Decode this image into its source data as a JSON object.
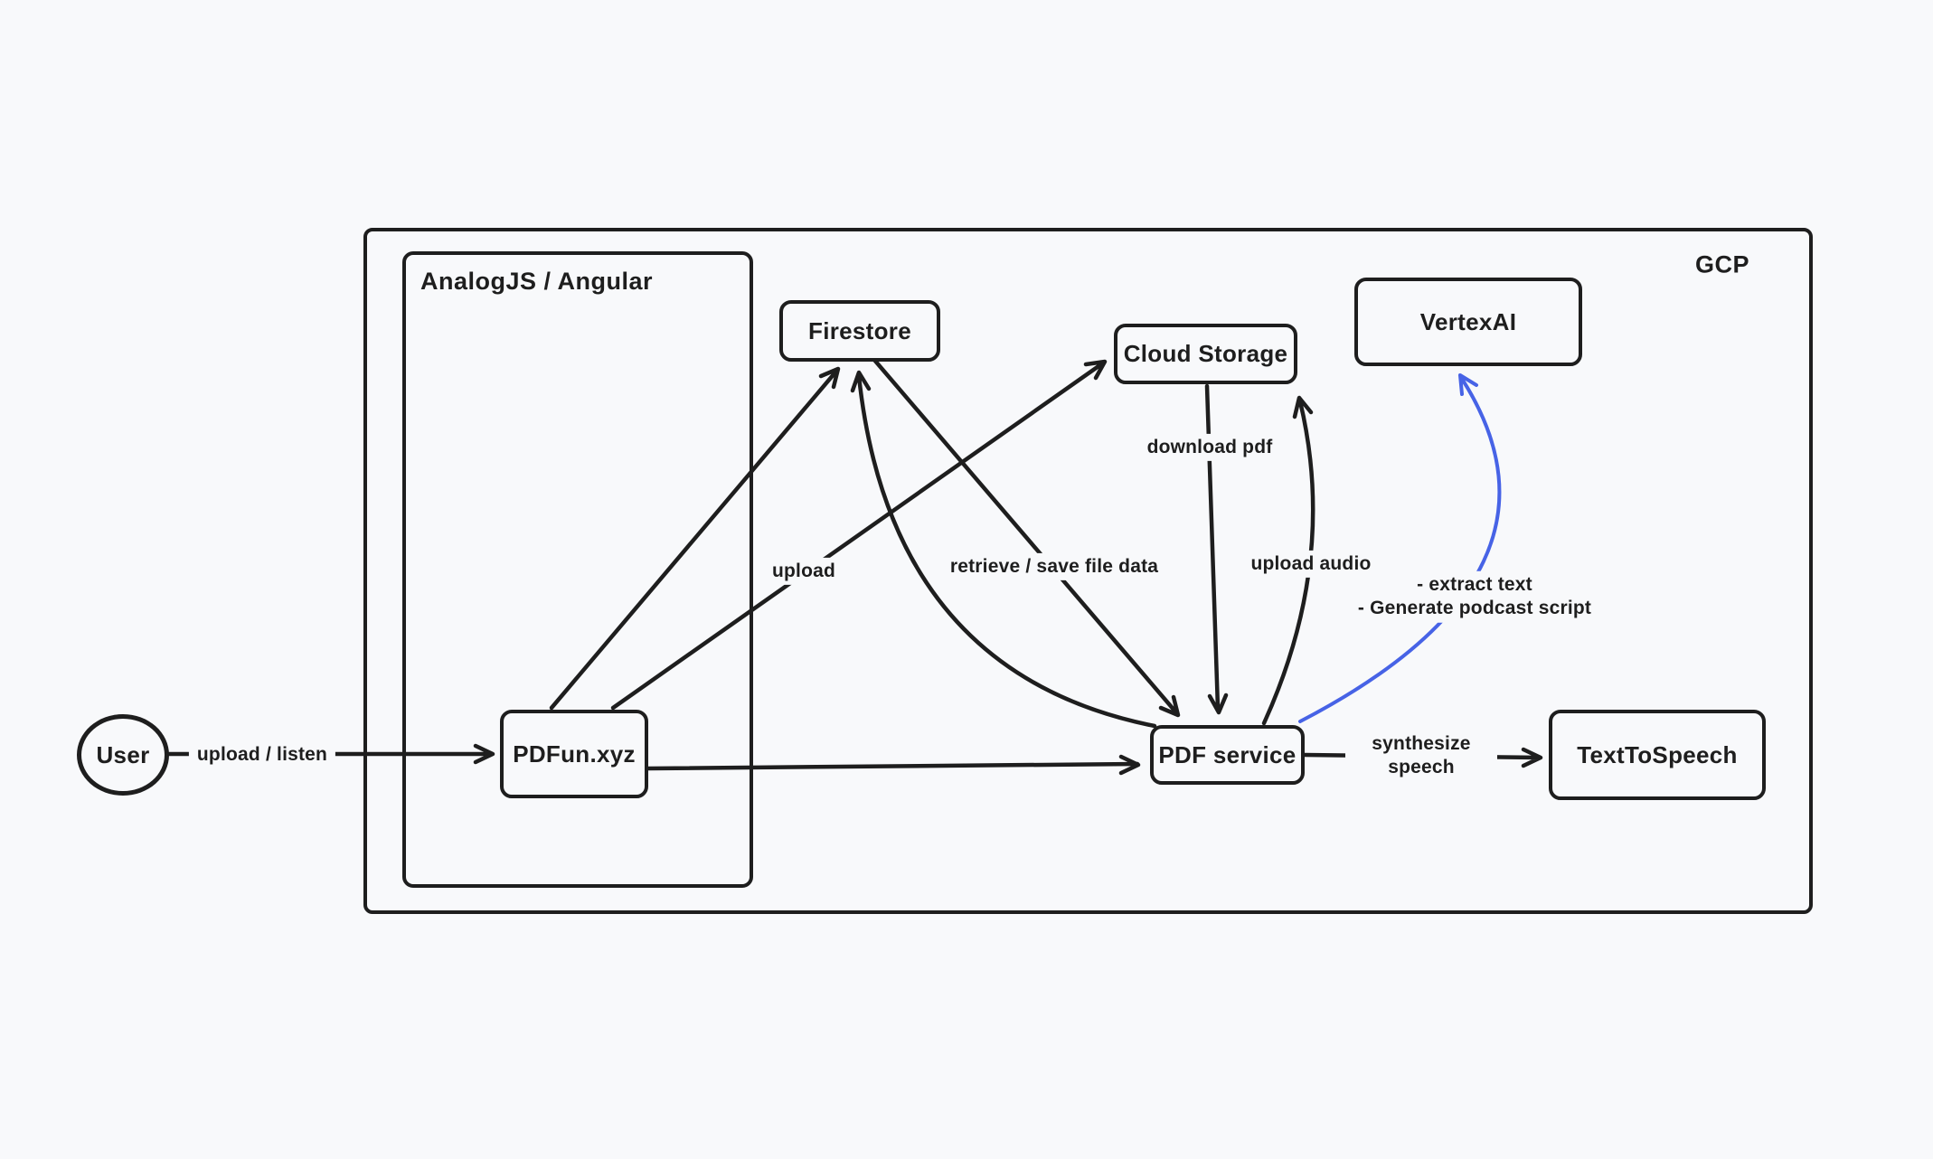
{
  "canvas": {
    "background": "#f8f9fb",
    "stroke_color": "#1e1e1e",
    "accent_blue": "#4763e6"
  },
  "containers": {
    "gcp": {
      "label": "GCP"
    },
    "frontend": {
      "label": "AnalogJS / Angular"
    }
  },
  "nodes": {
    "user": {
      "label": "User",
      "shape": "ellipse"
    },
    "pdfun": {
      "label": "PDFun.xyz"
    },
    "firestore": {
      "label": "Firestore"
    },
    "cloud_storage": {
      "label": "Cloud Storage"
    },
    "vertexai": {
      "label": "VertexAI"
    },
    "pdf_service": {
      "label": "PDF service"
    },
    "text_to_speech": {
      "label": "TextToSpeech"
    }
  },
  "edges": {
    "user_to_pdfun": {
      "from": "User",
      "to": "PDFun.xyz",
      "label": "upload / listen"
    },
    "pdfun_to_firestore": {
      "from": "PDFun.xyz",
      "to": "Firestore",
      "label": "upload"
    },
    "pdfun_to_cloud_storage": {
      "from": "PDFun.xyz",
      "to": "Cloud Storage",
      "label": ""
    },
    "firestore_to_pdf_service": {
      "from": "Firestore",
      "to": "PDF service",
      "label": "retrieve / save file data"
    },
    "pdf_service_to_firestore": {
      "from": "PDF service",
      "to": "Firestore",
      "label": ""
    },
    "cloud_storage_to_pdf_service": {
      "from": "Cloud Storage",
      "to": "PDF service",
      "label": "download pdf"
    },
    "pdf_service_to_cloud_storage": {
      "from": "PDF service",
      "to": "Cloud Storage",
      "label": "upload audio"
    },
    "pdf_service_to_vertexai": {
      "from": "PDF service",
      "to": "VertexAI",
      "label": "- extract text\n- Generate podcast script",
      "color": "#4763e6"
    },
    "pdfun_to_pdf_service": {
      "from": "PDFun.xyz",
      "to": "PDF service",
      "label": ""
    },
    "pdf_service_to_text_to_speech": {
      "from": "PDF service",
      "to": "TextToSpeech",
      "label": "synthesize speech"
    }
  }
}
